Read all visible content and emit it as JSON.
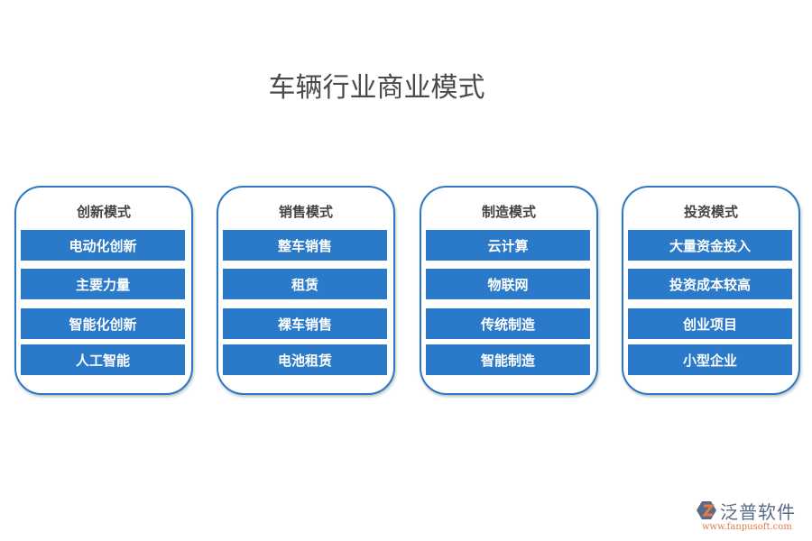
{
  "title": "车辆行业商业模式",
  "cards": [
    {
      "title": "创新模式",
      "items": [
        "电动化创新",
        "主要力量",
        "智能化创新",
        "人工智能"
      ]
    },
    {
      "title": "销售模式",
      "items": [
        "整车销售",
        "租赁",
        "裸车销售",
        "电池租赁"
      ]
    },
    {
      "title": "制造模式",
      "items": [
        "云计算",
        "物联网",
        "传统制造",
        "智能制造"
      ]
    },
    {
      "title": "投资模式",
      "items": [
        "大量资金投入",
        "投资成本较高",
        "创业项目",
        "小型企业"
      ]
    }
  ],
  "logo": {
    "name": "泛普软件",
    "url": "www.fanpusoft.com"
  },
  "colors": {
    "accent": "#2a7ac9",
    "border": "#2a78c6"
  }
}
